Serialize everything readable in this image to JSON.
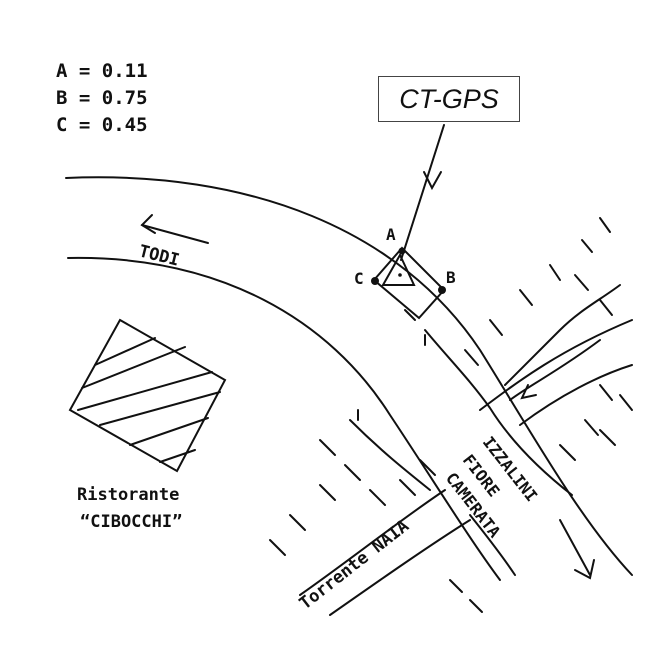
{
  "legend": {
    "rows": [
      {
        "label": "A",
        "eq": " = ",
        "value": "0.11"
      },
      {
        "label": "B",
        "eq": " = ",
        "value": "0.75"
      },
      {
        "label": "C",
        "eq": " = ",
        "value": "0.45"
      }
    ]
  },
  "gps_label": "CT-GPS",
  "points": {
    "a": "A",
    "b": "B",
    "c": "C"
  },
  "labels": {
    "todi": "TODI",
    "restaurant_line1": "Ristorante",
    "restaurant_line2": "“CIBOCCHI”",
    "izzalini": "IZZALINI",
    "fiore": "FIORE",
    "camerata": "CAMERATA",
    "torrente": "Torrente NAIA"
  }
}
